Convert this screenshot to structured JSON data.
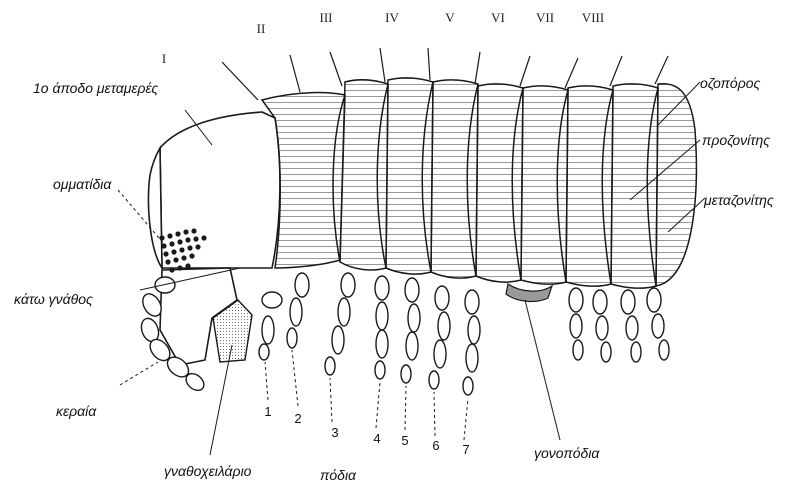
{
  "labels": {
    "first_apodous": "1ο άποδο μεταμερές",
    "ommatidia": "ομματίδια",
    "mandible": "κάτω γνάθος",
    "antenna": "κεραία",
    "gnathochilarium": "γναθοχειλάριο",
    "legs": "πόδια",
    "gonopods": "γονοπόδια",
    "ozopore": "οζοπόρος",
    "prozonite": "προζονίτης",
    "metazonite": "μεταζονίτης"
  },
  "segment_numerals": [
    "I",
    "II",
    "III",
    "IV",
    "V",
    "VI",
    "VII",
    "VIII"
  ],
  "leg_numbers": [
    "1",
    "2",
    "3",
    "4",
    "5",
    "6",
    "7"
  ],
  "colors": {
    "line": "#1a1a1a",
    "background": "#ffffff"
  }
}
